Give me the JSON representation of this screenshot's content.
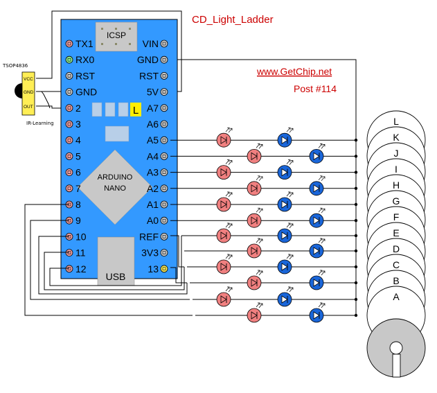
{
  "title": "CD_Light_Ladder",
  "website": "www.GetChip.net",
  "post": "Post #114",
  "sensor": {
    "name": "TSOP4836",
    "pins": [
      "VCC",
      "GND",
      "OUT"
    ],
    "caption": "IR-Learning"
  },
  "board": {
    "name_line1": "ARDUINO",
    "name_line2": "NANO",
    "icsp": "ICSP",
    "usb": "USB",
    "led_label": "L",
    "left_pins": [
      "TX1",
      "RX0",
      "RST",
      "GND",
      "2",
      "3",
      "4",
      "5",
      "6",
      "7",
      "8",
      "9",
      "10",
      "11",
      "12"
    ],
    "right_pins": [
      "VIN",
      "GND",
      "RST",
      "5V",
      "A7",
      "A6",
      "A5",
      "A4",
      "A3",
      "A2",
      "A1",
      "A0",
      "REF",
      "3V3",
      "13"
    ]
  },
  "discs": [
    "L",
    "K",
    "J",
    "I",
    "H",
    "G",
    "F",
    "E",
    "D",
    "C",
    "B",
    "A"
  ],
  "colors": {
    "board": "#3399ff",
    "icsp": "#c8c8c8",
    "chip": "#c8c8c8",
    "sensor": "#ffee55",
    "led_label": "#ffee00",
    "red_led": "#f08080",
    "blue_led": "#1a66d9",
    "disc_bottom": "#c8c8c8",
    "title_red": "#cc0000"
  }
}
